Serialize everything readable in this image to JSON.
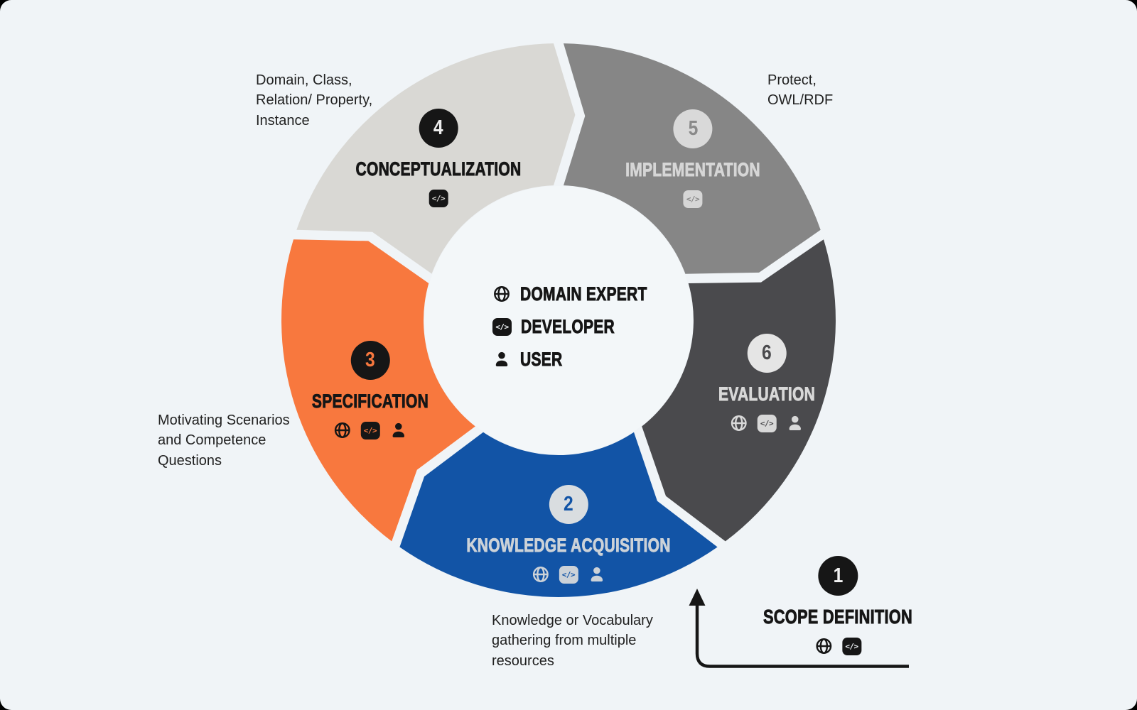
{
  "canvas": {
    "bg": "#f0f4f7",
    "hole": "#f3f7f9",
    "frame": "#000000",
    "arrow": "#161616",
    "annotation_color": "#212121"
  },
  "icons": {
    "code_glyph": "</>"
  },
  "legend": {
    "ink": "#161616",
    "items": [
      {
        "icon": "globe-icon",
        "label": "DOMAIN EXPERT"
      },
      {
        "icon": "code-icon",
        "label": "DEVELOPER"
      },
      {
        "icon": "user-icon",
        "label": "USER"
      }
    ]
  },
  "steps": [
    {
      "number": "1",
      "title": "SCOPE DEFINITION",
      "color": "#161616",
      "ink": "#161616",
      "paper": "#f0f4f7",
      "badge_bg": "#161616",
      "badge_fg": "#f2f2f2",
      "annotation": ""
    },
    {
      "number": "2",
      "title": "KNOWLEDGE ACQUISITION",
      "color": "#1254a6",
      "ink": "#ccd2d8",
      "paper": "#1254a6",
      "badge_bg": "#d9dde0",
      "badge_fg": "#1254a6",
      "annotation": "Knowledge or Vocabulary\ngathering from multiple\nresources"
    },
    {
      "number": "3",
      "title": "SPECIFICATION",
      "color": "#f8783e",
      "ink": "#161616",
      "paper": "#f8783e",
      "badge_bg": "#161616",
      "badge_fg": "#f8783e",
      "annotation": "Motivating Scenarios\nand Competence\nQuestions"
    },
    {
      "number": "4",
      "title": "CONCEPTUALIZATION",
      "color": "#d9d8d4",
      "ink": "#161616",
      "paper": "#d9d8d4",
      "badge_bg": "#161616",
      "badge_fg": "#ececec",
      "annotation": "Domain, Class,\nRelation/ Property,\nInstance"
    },
    {
      "number": "5",
      "title": "IMPLEMENTATION",
      "color": "#868686",
      "ink": "#d6d6d6",
      "paper": "#868686",
      "badge_bg": "#d9d9d9",
      "badge_fg": "#8a8a8a",
      "annotation": "Protect,\nOWL/RDF"
    },
    {
      "number": "6",
      "title": "EVALUATION",
      "color": "#4a4a4d",
      "ink": "#d8d8d8",
      "paper": "#4a4a4d",
      "badge_bg": "#e5e5e5",
      "badge_fg": "#4a4a4d",
      "annotation": ""
    }
  ]
}
